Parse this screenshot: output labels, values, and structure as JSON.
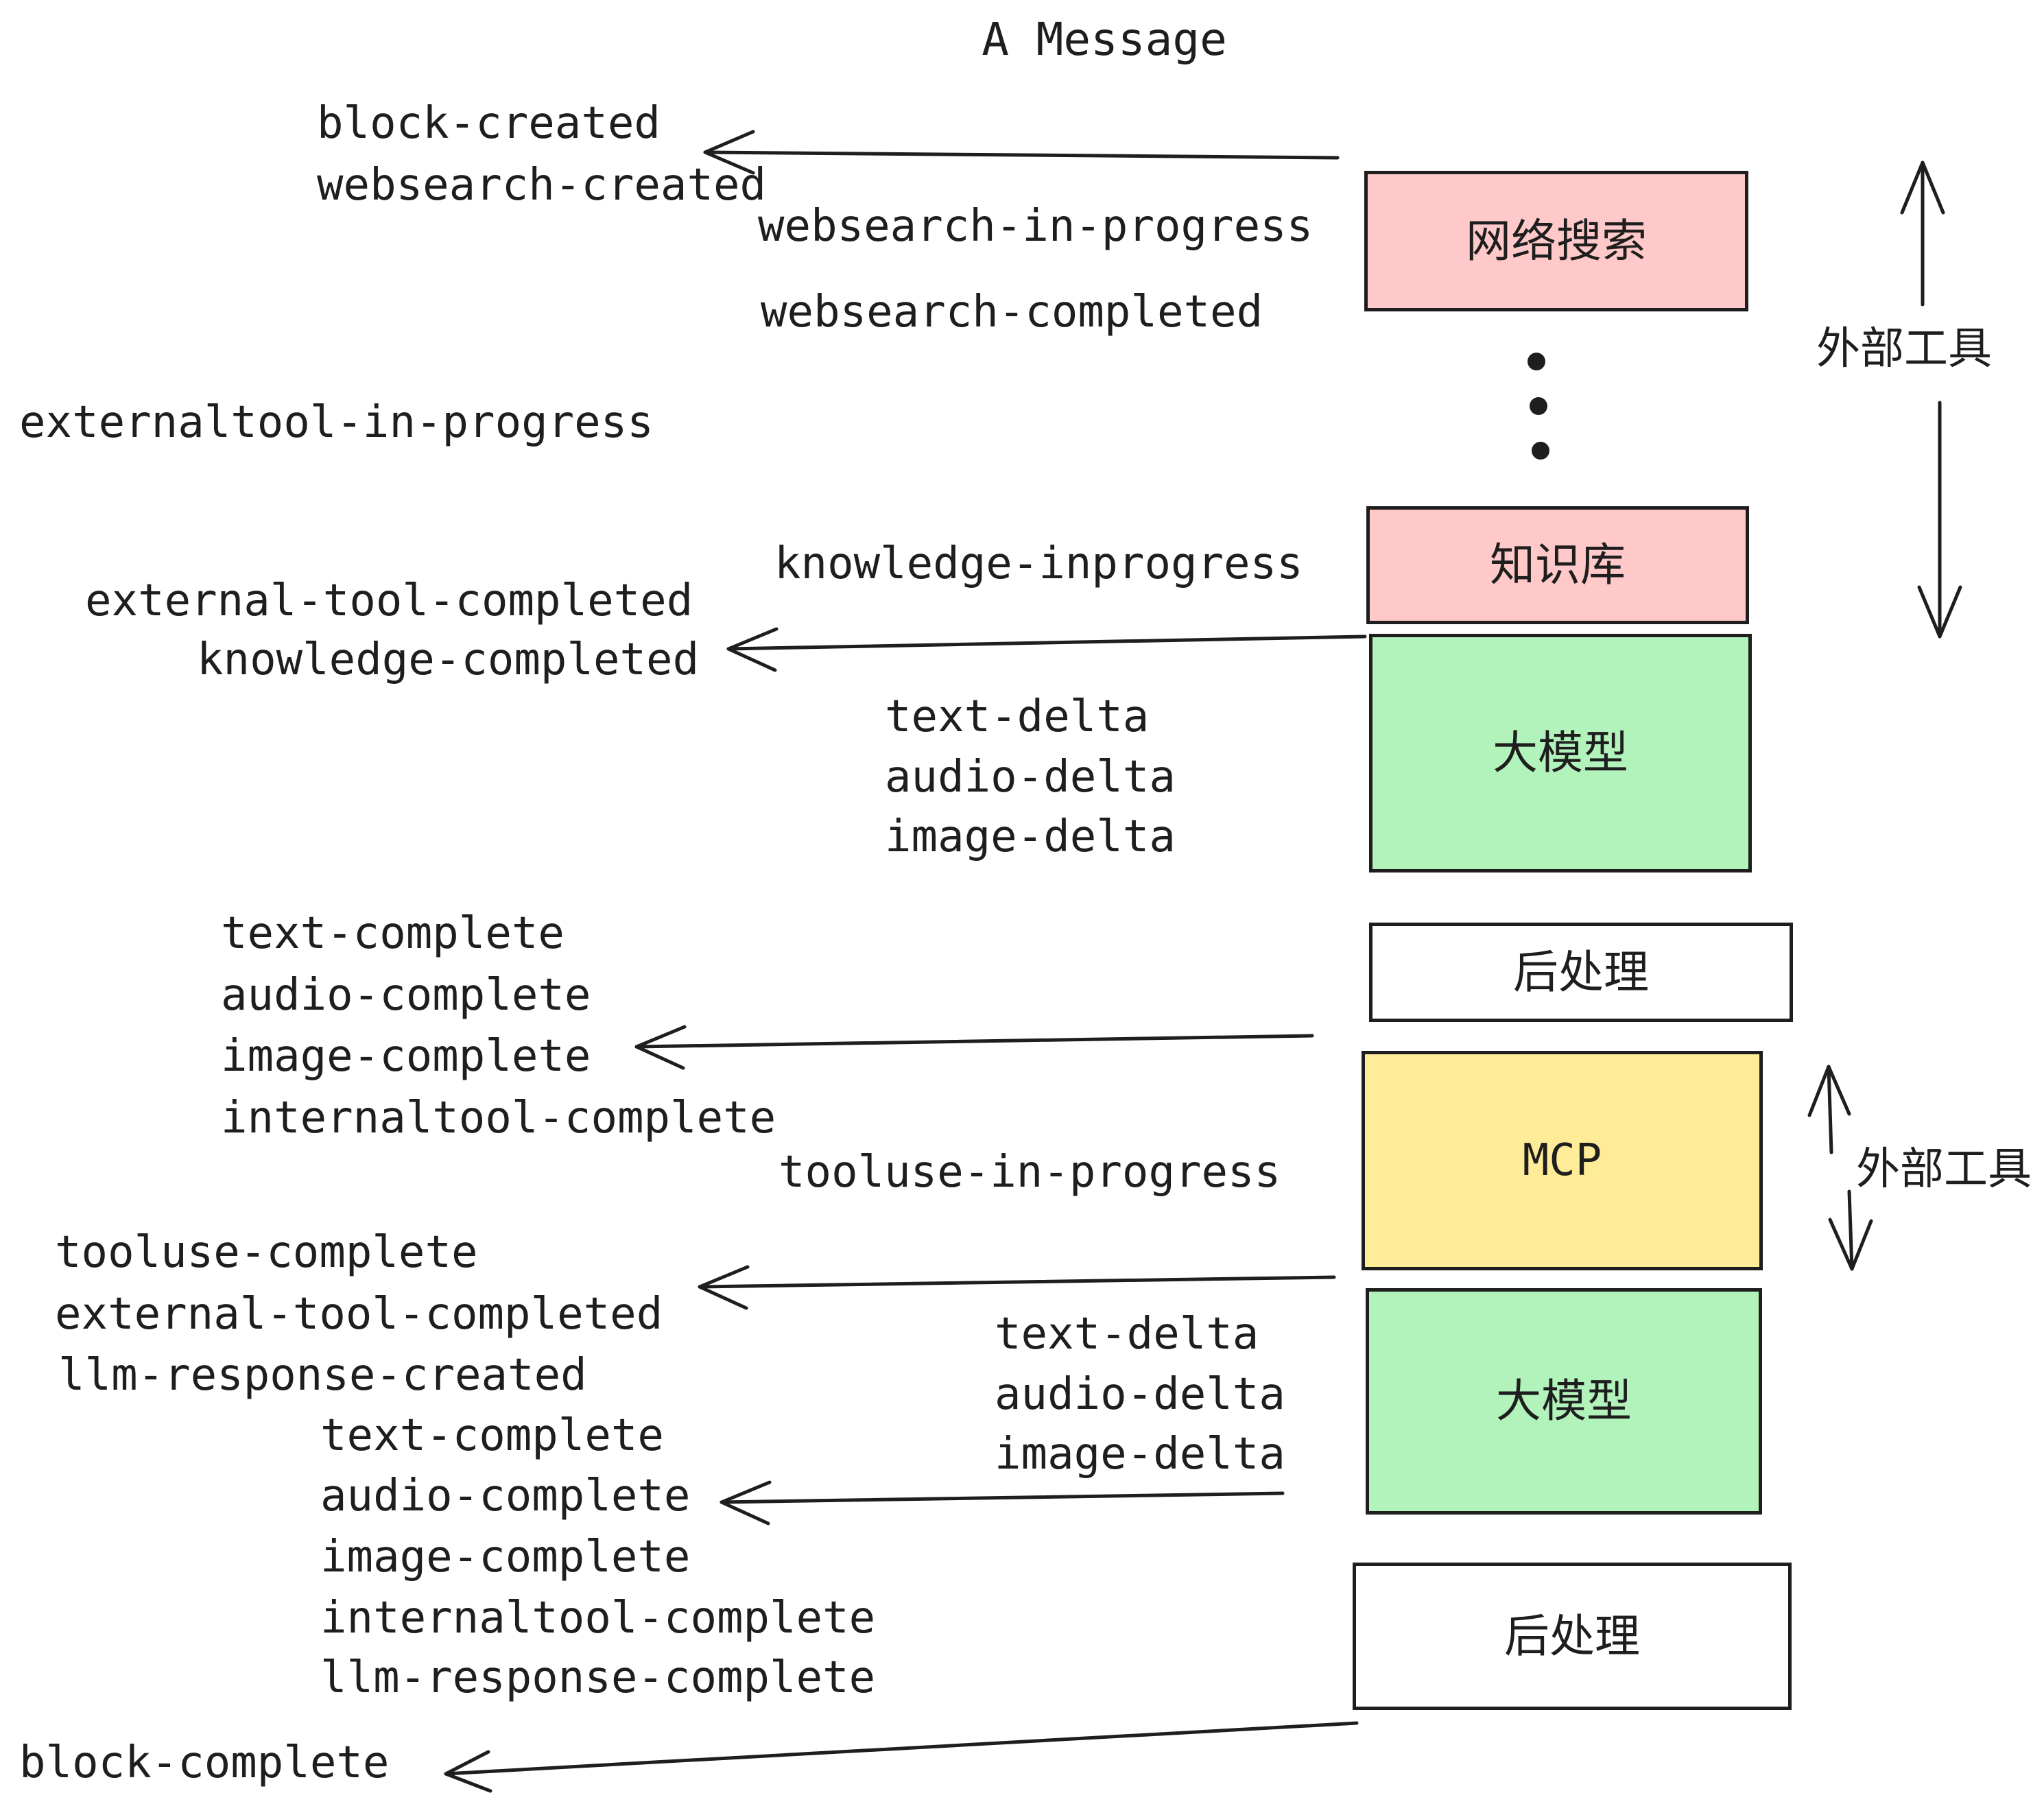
{
  "title": "A Message",
  "events": {
    "block_created": "block-created",
    "websearch_created": "websearch-created",
    "websearch_in_progress": "websearch-in-progress",
    "websearch_completed": "websearch-completed",
    "externaltool_in_progress": "externaltool-in-progress",
    "knowledge_inprogress": "knowledge-inprogress",
    "external_tool_completed_1": "external-tool-completed",
    "knowledge_completed": "knowledge-completed",
    "text_delta_1": "text-delta",
    "audio_delta_1": "audio-delta",
    "image_delta_1": "image-delta",
    "text_complete_1": "text-complete",
    "audio_complete_1": "audio-complete",
    "image_complete_1": "image-complete",
    "internaltool_complete_1": "internaltool-complete",
    "tooluse_in_progress": "tooluse-in-progress",
    "tooluse_complete": "tooluse-complete",
    "external_tool_completed_2": "external-tool-completed",
    "llm_response_created": "llm-response-created",
    "text_complete_2": "text-complete",
    "audio_complete_2": "audio-complete",
    "image_complete_2": "image-complete",
    "internaltool_complete_2": "internaltool-complete",
    "llm_response_complete": "llm-response-complete",
    "block_complete": "block-complete"
  },
  "boxes": {
    "websearch": "网络搜索",
    "knowledge": "知识库",
    "llm_1": "大模型",
    "post_1": "后处理",
    "mcp": "MCP",
    "llm_2": "大模型",
    "post_2": "后处理"
  },
  "side_labels": {
    "external_tools_1": "外部工具",
    "external_tools_2": "外部工具"
  },
  "colors": {
    "pink": "#FFC9C9",
    "green": "#B2F2BB",
    "yellow": "#FFEC99",
    "ink": "#1e1e1e",
    "background": "#FFFFFF"
  }
}
